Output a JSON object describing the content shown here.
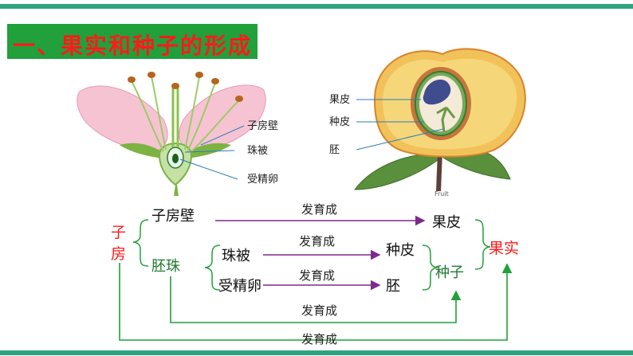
{
  "title": "一、果实和种子的形成",
  "flower": {
    "labels": [
      "子房壁",
      "珠被",
      "受精卵"
    ]
  },
  "fruit": {
    "labels": [
      "果皮",
      "种皮",
      "胚"
    ],
    "caption": "Fruit"
  },
  "flow": {
    "ovary_chars": [
      "子",
      "房"
    ],
    "ovary_wall": "子房壁",
    "ovule": "胚珠",
    "integument": "珠被",
    "zygote": "受精卵",
    "pericarp": "果皮",
    "seed_coat": "种皮",
    "embryo": "胚",
    "seed": "种子",
    "fruit": "果实",
    "develops_into": "发育成"
  },
  "colors": {
    "accent_bar": "#2fa380",
    "title_bg": "#21a03b",
    "title_text": "#ff1a1a",
    "arrow_purple": "#7b2a8c",
    "arrow_green": "#21a03b"
  }
}
